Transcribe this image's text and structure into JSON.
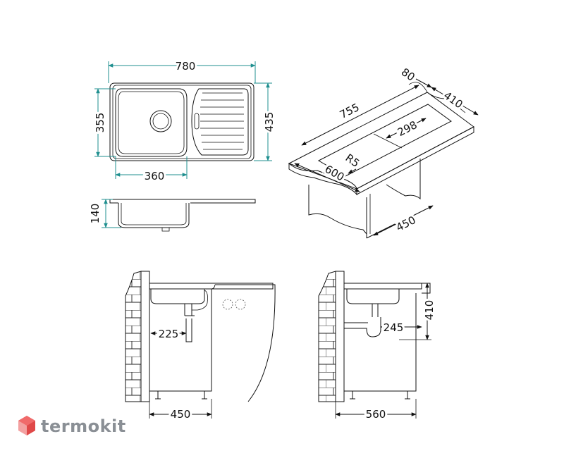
{
  "top_view": {
    "width_label": "780",
    "depth_label": "435",
    "bowl_depth_label": "355",
    "bowl_width_label": "360"
  },
  "side_view": {
    "height_label": "140"
  },
  "cutout_view": {
    "length_label": "755",
    "front_margin_label": "80",
    "depth_label": "410",
    "drainer_label": "298",
    "radius_label": "R5",
    "cabinet_label": "600",
    "cabinet_depth_label": "450"
  },
  "install_front": {
    "siphon_offset_label": "225",
    "cabinet_width_label": "450"
  },
  "install_side": {
    "height_label": "410",
    "siphon_offset_label": "245",
    "cabinet_depth_label": "560"
  },
  "watermark": {
    "text": "termokit",
    "logo_colors": [
      "#f06a6a",
      "#f3a1a1",
      "#e04848"
    ]
  }
}
